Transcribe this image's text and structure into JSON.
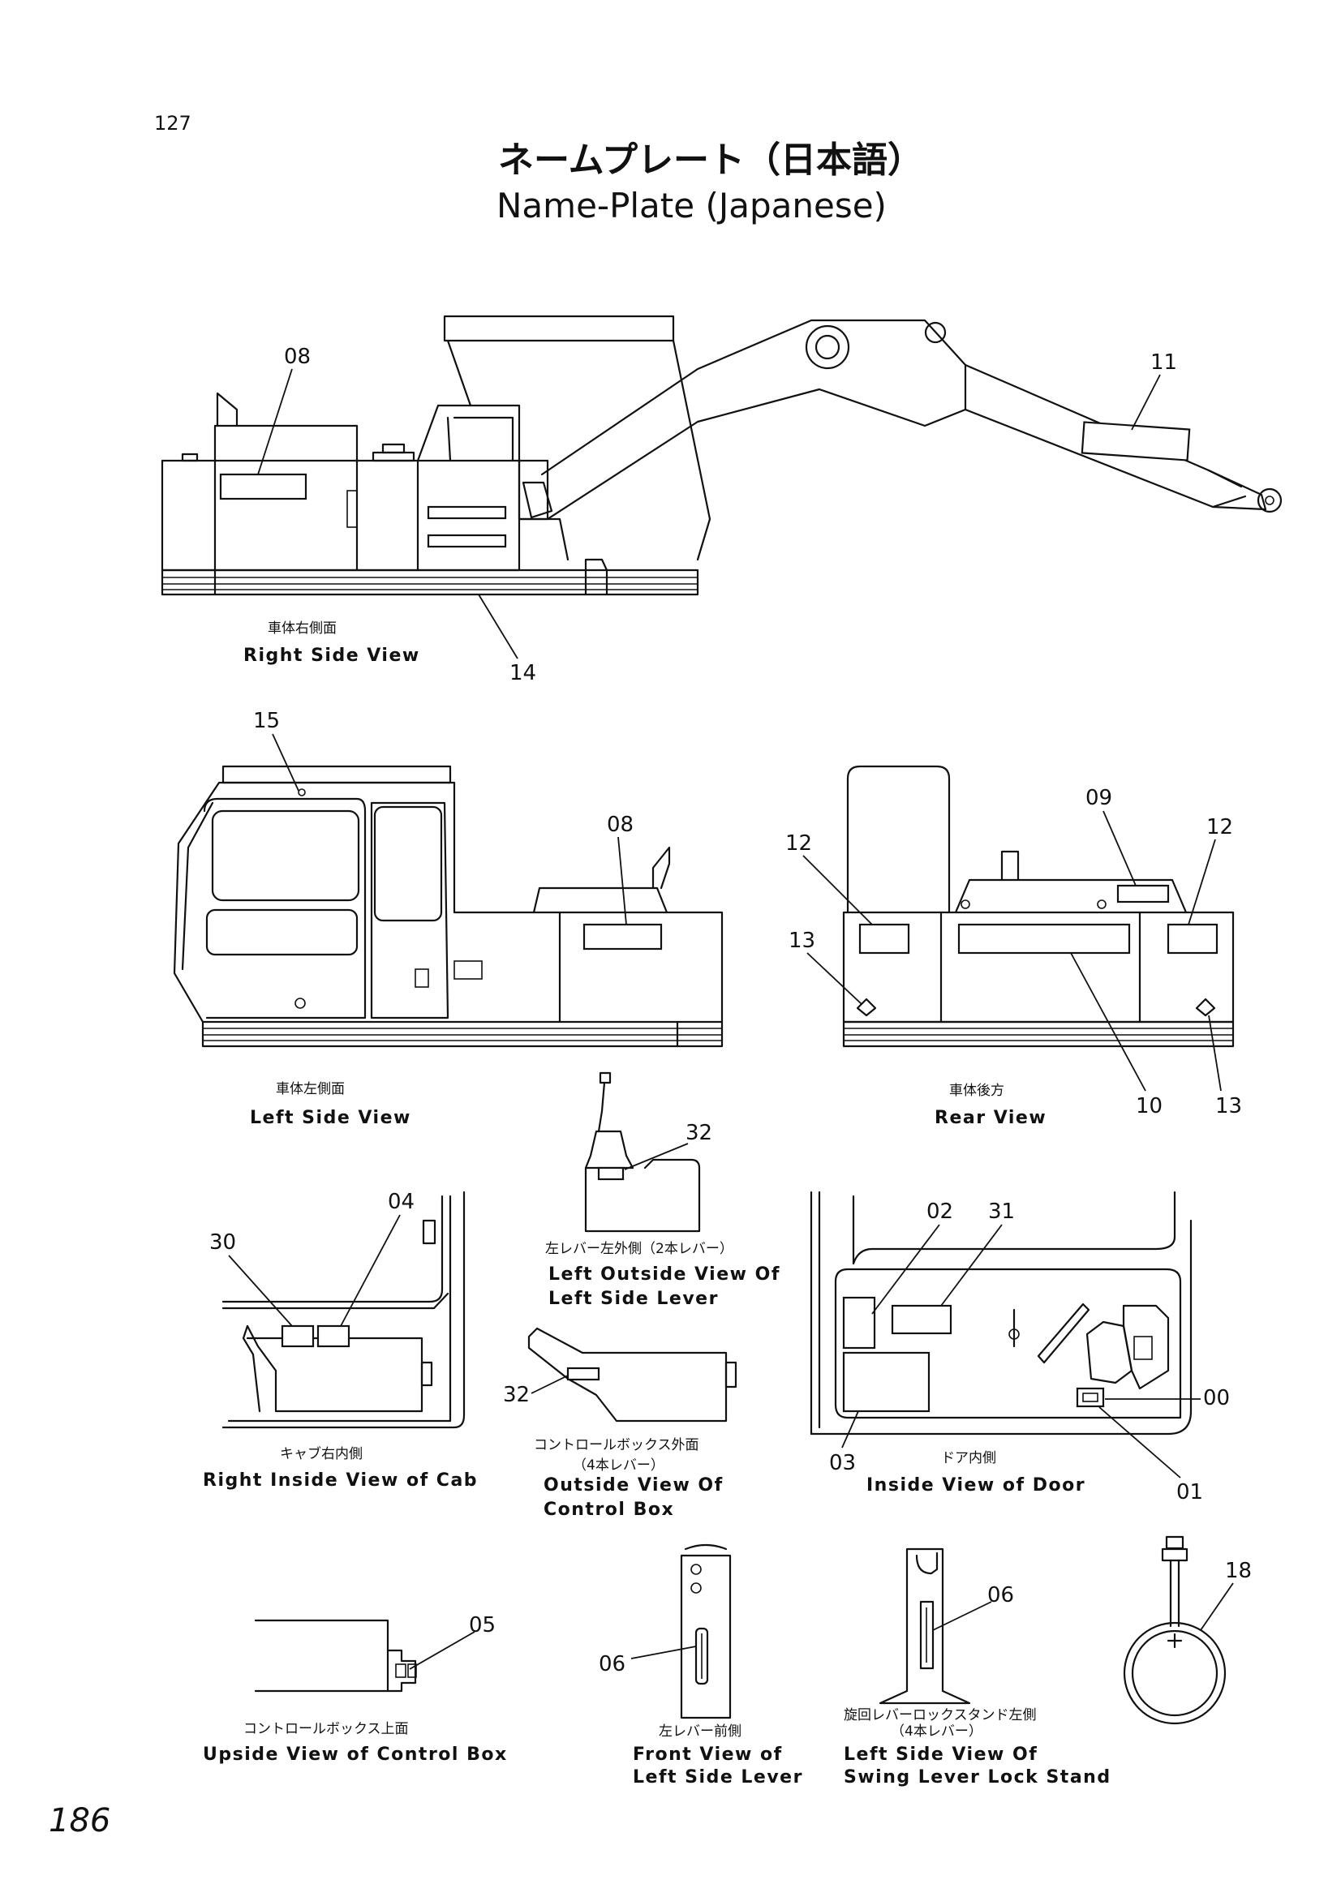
{
  "page": {
    "page_number": "127",
    "title_jp": "ネームプレート（日本語）",
    "title_en": "Name-Plate (Japanese)",
    "handwritten_note": "186"
  },
  "views": {
    "right_side": {
      "label_jp": "車体右側面",
      "label_en": "Right Side View",
      "callouts": [
        "08",
        "11",
        "14"
      ]
    },
    "left_side": {
      "label_jp": "車体左側面",
      "label_en": "Left Side View",
      "callouts": [
        "15",
        "08"
      ]
    },
    "rear": {
      "label_jp": "車体後方",
      "label_en": "Rear View",
      "callouts": [
        "09",
        "12",
        "12",
        "13",
        "10",
        "13"
      ]
    },
    "left_lever_outside": {
      "label_jp": "左レバー左外側（2本レバー）",
      "label_en_1": "Left Outside View Of",
      "label_en_2": "Left Side Lever",
      "callouts": [
        "32"
      ]
    },
    "cab_right_inside": {
      "label_jp": "キャブ右内側",
      "label_en": "Right  Inside View of Cab",
      "callouts": [
        "04",
        "30"
      ]
    },
    "control_box_outside": {
      "label_jp_1": "コントロールボックス外面",
      "label_jp_2": "（4本レバー）",
      "label_en_1": "Outside  View Of",
      "label_en_2": "Control Box",
      "callouts": [
        "32"
      ]
    },
    "door_inside": {
      "label_jp": "ドア内側",
      "label_en": "Inside  View of Door",
      "callouts": [
        "02",
        "31",
        "00",
        "03",
        "01"
      ]
    },
    "control_box_upside": {
      "label_jp": "コントロールボックス上面",
      "label_en": "Upside View of Control Box",
      "callouts": [
        "05"
      ]
    },
    "left_lever_front": {
      "label_jp": "左レバー前側",
      "label_en_1": "Front View of",
      "label_en_2": "Left Side Lever",
      "callouts": [
        "06"
      ]
    },
    "lock_stand": {
      "label_jp_1": "旋回レバーロックスタンド左側",
      "label_jp_2": "（4本レバー）",
      "label_en_1": "Left Side  View Of",
      "label_en_2": "Swing Lever Lock Stand",
      "callouts": [
        "06"
      ]
    },
    "ring_part": {
      "callouts": [
        "18"
      ]
    }
  }
}
